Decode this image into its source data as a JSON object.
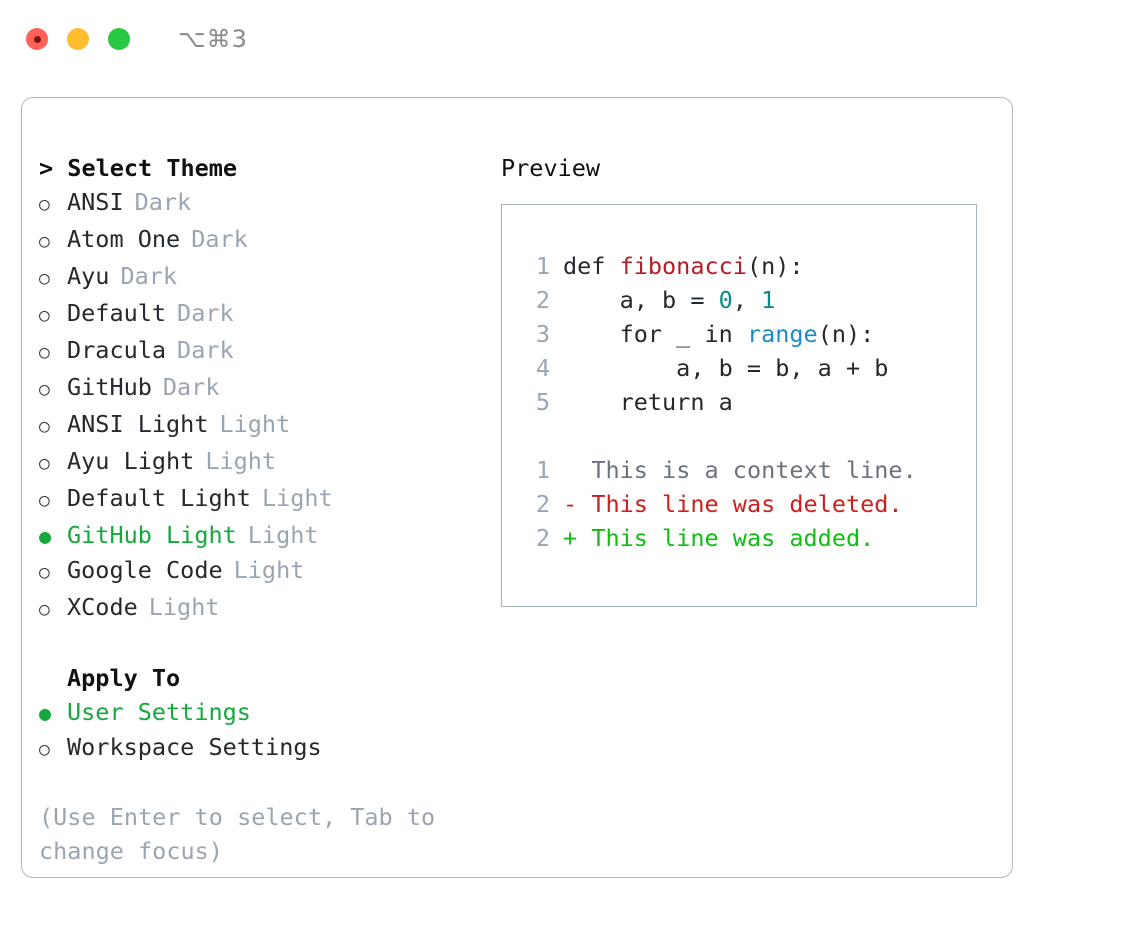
{
  "titlebar": {
    "shortcut": "⌥⌘3",
    "lights": [
      "close",
      "minimize",
      "zoom"
    ]
  },
  "theme_picker": {
    "header": "> Select Theme",
    "options": [
      {
        "marker": "○",
        "label": "ANSI",
        "tag": "Dark",
        "selected": false
      },
      {
        "marker": "○",
        "label": "Atom One",
        "tag": "Dark",
        "selected": false
      },
      {
        "marker": "○",
        "label": "Ayu",
        "tag": "Dark",
        "selected": false
      },
      {
        "marker": "○",
        "label": "Default",
        "tag": "Dark",
        "selected": false
      },
      {
        "marker": "○",
        "label": "Dracula",
        "tag": "Dark",
        "selected": false
      },
      {
        "marker": "○",
        "label": "GitHub",
        "tag": "Dark",
        "selected": false
      },
      {
        "marker": "○",
        "label": "ANSI Light",
        "tag": "Light",
        "selected": false
      },
      {
        "marker": "○",
        "label": "Ayu Light",
        "tag": "Light",
        "selected": false
      },
      {
        "marker": "○",
        "label": "Default Light",
        "tag": "Light",
        "selected": false
      },
      {
        "marker": "●",
        "label": "GitHub Light",
        "tag": "Light",
        "selected": true
      },
      {
        "marker": "○",
        "label": "Google Code",
        "tag": "Light",
        "selected": false
      },
      {
        "marker": "○",
        "label": "XCode",
        "tag": "Light",
        "selected": false
      }
    ]
  },
  "apply_to": {
    "header": "Apply To",
    "options": [
      {
        "marker": "●",
        "label": "User Settings",
        "selected": true
      },
      {
        "marker": "○",
        "label": "Workspace Settings",
        "selected": false
      }
    ]
  },
  "hint": "(Use Enter to select, Tab to change focus)",
  "preview": {
    "title": "Preview",
    "code_lines": [
      {
        "no": "1",
        "segments": [
          {
            "text": "def ",
            "style": "plain"
          },
          {
            "text": "fibonacci",
            "style": "fn"
          },
          {
            "text": "(n):",
            "style": "plain"
          }
        ]
      },
      {
        "no": "2",
        "segments": [
          {
            "text": "    a, b = ",
            "style": "plain"
          },
          {
            "text": "0",
            "style": "num"
          },
          {
            "text": ", ",
            "style": "plain"
          },
          {
            "text": "1",
            "style": "num"
          }
        ]
      },
      {
        "no": "3",
        "segments": [
          {
            "text": "    for _ in ",
            "style": "plain"
          },
          {
            "text": "range",
            "style": "call"
          },
          {
            "text": "(n):",
            "style": "plain"
          }
        ]
      },
      {
        "no": "4",
        "segments": [
          {
            "text": "        a, b = b, a + b",
            "style": "plain"
          }
        ]
      },
      {
        "no": "5",
        "segments": [
          {
            "text": "    return a",
            "style": "plain"
          }
        ]
      }
    ],
    "diff_lines": [
      {
        "no": "1",
        "sign": " ",
        "text": "This is a context line.",
        "kind": "context"
      },
      {
        "no": "2",
        "sign": "-",
        "text": "This line was deleted.",
        "kind": "deleted"
      },
      {
        "no": "2",
        "sign": "+",
        "text": "This line was added.",
        "kind": "added"
      }
    ]
  },
  "colors": {
    "accent_green": "#16a83c",
    "muted": "#9aa5b1",
    "text": "#24292e",
    "border": "#aeb7c2",
    "fn_red": "#b31d28",
    "num_teal": "#0d8b84",
    "call_blue": "#1b8cc4",
    "diff_del": "#cc1f1f",
    "diff_add": "#10be10",
    "diff_ctx": "#6a737d"
  }
}
